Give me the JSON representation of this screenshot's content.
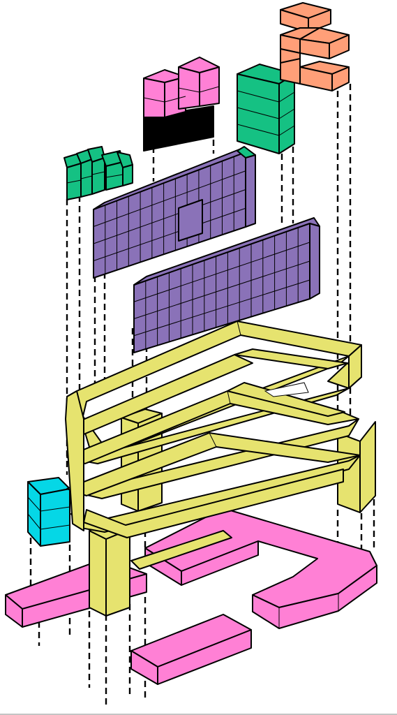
{
  "diagram": {
    "type": "exploded axonometric architectural diagram",
    "labels": []
  },
  "colors": {
    "background": "#ffffff",
    "program_pink": "#ff80d5",
    "structure_yellow": "#e6e36f",
    "volume_purple": "#8a72b8",
    "volume_green": "#15c183",
    "volume_orange": "#ff9f78",
    "volume_cyan": "#05d7e6",
    "void_black": "#000000",
    "outline": "#000000"
  },
  "layers": [
    {
      "name": "orange-block-cluster",
      "color": "volume_orange"
    },
    {
      "name": "green-tower-block",
      "color": "volume_green"
    },
    {
      "name": "pink-black-block",
      "color": "program_pink"
    },
    {
      "name": "small-green-cluster",
      "color": "volume_green"
    },
    {
      "name": "purple-grid-slab-upper",
      "color": "volume_purple"
    },
    {
      "name": "purple-grid-slab-lower",
      "color": "volume_purple"
    },
    {
      "name": "yellow-ramp-frames",
      "color": "structure_yellow"
    },
    {
      "name": "cyan-block",
      "color": "volume_cyan"
    },
    {
      "name": "pink-base-plates",
      "color": "program_pink"
    }
  ]
}
